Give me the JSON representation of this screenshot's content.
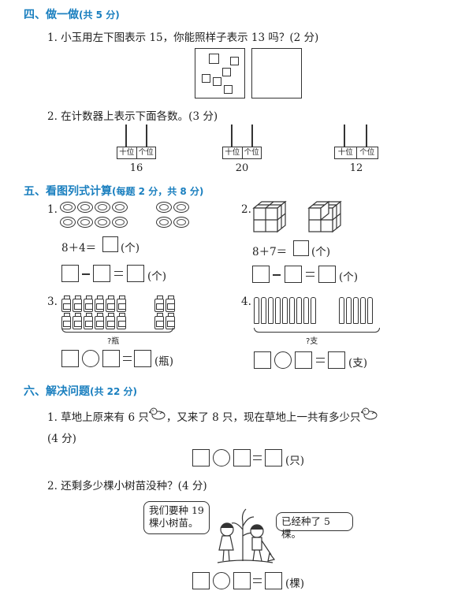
{
  "section4": {
    "title": "四、做一做",
    "score": "(共 5 分)",
    "q1": "1. 小玉用左下图表示 15，你能照样子表示 13 吗？(2 分)",
    "q2": "2. 在计数器上表示下面各数。(3 分)",
    "abacus": [
      {
        "tens_label": "十位",
        "ones_label": "个位",
        "number": "16"
      },
      {
        "tens_label": "十位",
        "ones_label": "个位",
        "number": "20"
      },
      {
        "tens_label": "十位",
        "ones_label": "个位",
        "number": "12"
      }
    ]
  },
  "section5": {
    "title": "五、看图列式计算",
    "score": "(每题 2 分，共 8 分)",
    "p1": {
      "num": "1.",
      "expr_prefix": "8＋4＝",
      "unit": "(个)",
      "unit2": "(个)"
    },
    "p2": {
      "num": "2.",
      "expr_prefix": "8＋7＝",
      "unit": "(个)",
      "unit2": "(个)"
    },
    "p3": {
      "num": "3.",
      "brace_label": "?瓶",
      "unit": "(瓶)"
    },
    "p4": {
      "num": "4.",
      "brace_label": "?支",
      "unit": "(支)"
    }
  },
  "section6": {
    "title": "六、解决问题",
    "score": "(共 22 分)",
    "q1_line1": "1. 草地上原来有 6 只",
    "q1_line1b": "，又来了 8 只，现在草地上一共有多少只",
    "q1_line1c": "？",
    "q1_score": "(4 分)",
    "q1_unit": "(只)",
    "q2": "2. 还剩多少棵小树苗没种？(4 分)",
    "bubble_left_1": "我们要种 19",
    "bubble_left_2": "棵小树苗。",
    "bubble_right": "已经种了 5 棵。",
    "q2_unit": "(棵)"
  }
}
